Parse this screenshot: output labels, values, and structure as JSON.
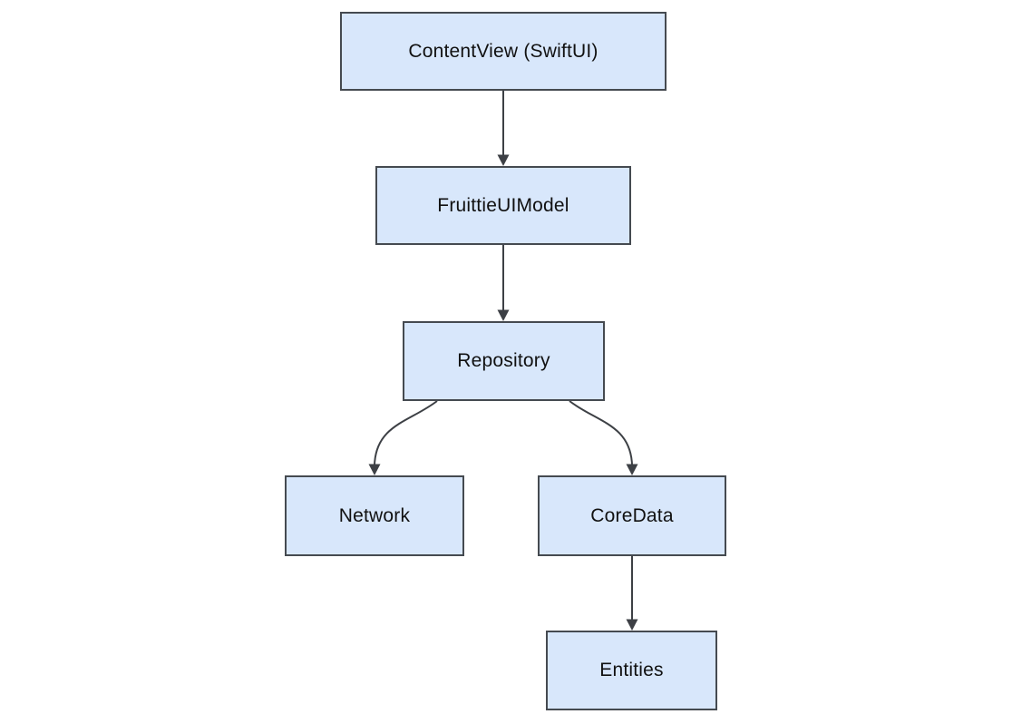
{
  "diagram": {
    "type": "flowchart",
    "direction": "top-down",
    "colors": {
      "node_fill": "#d8e7fb",
      "node_border": "#454a50",
      "edge_color": "#3d4045",
      "text_color": "#111111",
      "background": "#ffffff"
    },
    "nodes": [
      {
        "id": "contentview",
        "label": "ContentView (SwiftUI)"
      },
      {
        "id": "fruittieuimodel",
        "label": "FruittieUIModel"
      },
      {
        "id": "repository",
        "label": "Repository"
      },
      {
        "id": "network",
        "label": "Network"
      },
      {
        "id": "coredata",
        "label": "CoreData"
      },
      {
        "id": "entities",
        "label": "Entities"
      }
    ],
    "edges": [
      {
        "from": "contentview",
        "to": "fruittieuimodel",
        "style": "arrow"
      },
      {
        "from": "fruittieuimodel",
        "to": "repository",
        "style": "arrow"
      },
      {
        "from": "repository",
        "to": "network",
        "style": "arrow"
      },
      {
        "from": "repository",
        "to": "coredata",
        "style": "arrow"
      },
      {
        "from": "coredata",
        "to": "entities",
        "style": "arrow"
      }
    ]
  }
}
